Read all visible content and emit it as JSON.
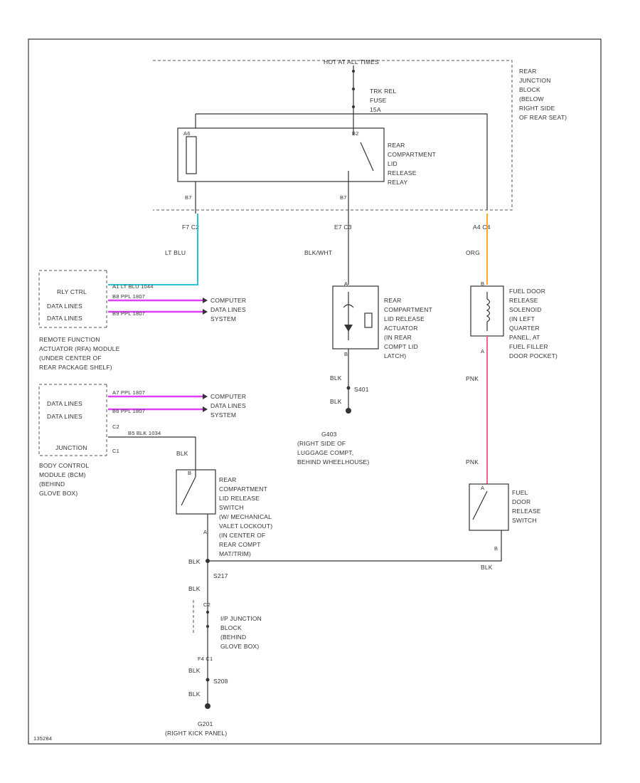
{
  "power": {
    "source_label": "HOT AT ALL TIMES",
    "fuse_lines": [
      "TRK REL",
      "FUSE",
      "15A"
    ],
    "junction_block_lines": [
      "REAR",
      "JUNCTION",
      "BLOCK",
      "(BELOW",
      "RIGHT SIDE",
      "OF REAR SEAT)"
    ]
  },
  "relay": {
    "lines": [
      "REAR",
      "COMPARTMENT",
      "LID",
      "RELEASE",
      "RELAY"
    ],
    "pins": {
      "left_top": "A6",
      "right_top": "B2",
      "left_bottom": "B7",
      "mid_bottom": "B7"
    },
    "connectors": {
      "left": "F7 C2",
      "mid": "E7 C3",
      "right": "A4 C4"
    }
  },
  "wires": {
    "lt_blu": "LT BLU",
    "blk_wht": "BLK/WHT",
    "org": "ORG",
    "pnk": "PNK",
    "pnk2": "PNK",
    "blk": "BLK",
    "blk2": "BLK",
    "blk3": "BLK",
    "blk4": "BLK",
    "blk5": "BLK",
    "blk6": "BLK",
    "blk7": "BLK"
  },
  "rfa": {
    "rows": [
      "RLY CTRL",
      "DATA LINES",
      "DATA LINES"
    ],
    "wire_labels": [
      "A1  LT BLU  1044",
      "B8  PPL  1807",
      "B9  PPL  1807"
    ],
    "desc": [
      "REMOTE FUNCTION",
      "ACTUATOR (RFA) MODULE",
      "(UNDER CENTER OF",
      "REAR PACKAGE SHELF)"
    ]
  },
  "computer": {
    "lines1": [
      "COMPUTER",
      "DATA LINES",
      "SYSTEM"
    ],
    "lines2": [
      "COMPUTER",
      "DATA LINES",
      "SYSTEM"
    ]
  },
  "bcm": {
    "rows": [
      "DATA LINES",
      "DATA LINES",
      "C2",
      "JUNCTION",
      "C1"
    ],
    "wire_labels": [
      "A7  PPL  1807",
      "B6  PPL  1807",
      "B5  BLK  1034"
    ],
    "desc": [
      "BODY CONTROL",
      "MODULE (BCM)",
      "(BEHIND",
      "GLOVE BOX)"
    ]
  },
  "actuator": {
    "lines": [
      "REAR",
      "COMPARTMENT",
      "LID RELEASE",
      "ACTUATOR",
      "(IN REAR",
      "COMPT LID",
      "LATCH)"
    ],
    "pins": {
      "top": "A",
      "bottom": "B"
    },
    "splice": "S401",
    "ground_label": [
      "G403",
      "(RIGHT SIDE OF",
      "LUGGAGE COMPT,",
      "BEHIND WHEELHOUSE)"
    ]
  },
  "solenoid": {
    "lines": [
      "FUEL DOOR",
      "RELEASE",
      "SOLENOID",
      "(IN LEFT",
      "QUARTER",
      "PANEL, AT",
      "FUEL FILLER",
      "DOOR POCKET)"
    ],
    "pins": {
      "top": "B",
      "bottom": "A"
    }
  },
  "lid_switch": {
    "lines": [
      "REAR",
      "COMPARTMENT",
      "LID RELEASE",
      "SWITCH",
      "(W/ MECHANICAL",
      "VALET LOCKOUT)",
      "(IN CENTER OF",
      "REAR COMPT",
      "MAT/TRIM)"
    ],
    "pins": {
      "top": "B",
      "bottom": "A"
    }
  },
  "fuel_switch": {
    "lines": [
      "FUEL",
      "DOOR",
      "RELEASE",
      "SWITCH"
    ],
    "pins": {
      "top": "A",
      "bottom": "B"
    }
  },
  "ground": {
    "splice1": "S217",
    "ip_lines": [
      "I/P JUNCTION",
      "BLOCK",
      "(BEHIND",
      "GLOVE BOX)"
    ],
    "ip_pin_top": "C2",
    "ip_pin_bot": "F4 C1",
    "splice2": "S208",
    "g201": [
      "G201",
      "(RIGHT KICK PANEL)"
    ]
  },
  "footer_id": "135284"
}
